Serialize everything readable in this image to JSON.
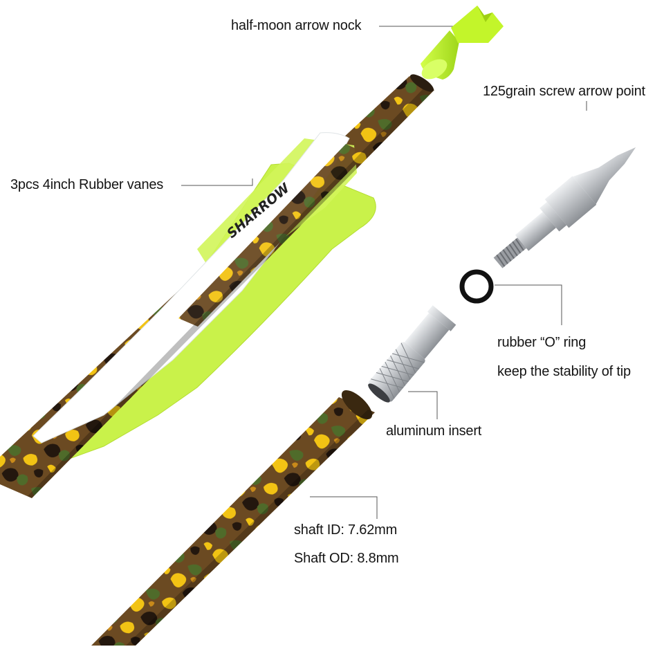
{
  "labels": {
    "nock": "half-moon arrow nock",
    "point": "125grain screw arrow point",
    "vanes": "3pcs 4inch  Rubber  vanes",
    "oring_line1": "rubber  “O”  ring",
    "oring_line2": "keep the stability of tip",
    "insert": "aluminum insert",
    "shaft_id": "shaft ID: 7.62mm",
    "shaft_od": "Shaft OD: 8.8mm"
  },
  "brand": {
    "vane_logo": "SHARROW"
  },
  "colors": {
    "nock": "#b9f21c",
    "vane": "#c9f24a",
    "cock_vane": "#ffffff",
    "camo_base": "#6b4a22",
    "camo_yellow": "#f2c314",
    "camo_green": "#4f6b2a",
    "camo_dark": "#23170e",
    "metal": "#b9bcc0",
    "oring": "#111111",
    "leader_line": "#555555"
  }
}
